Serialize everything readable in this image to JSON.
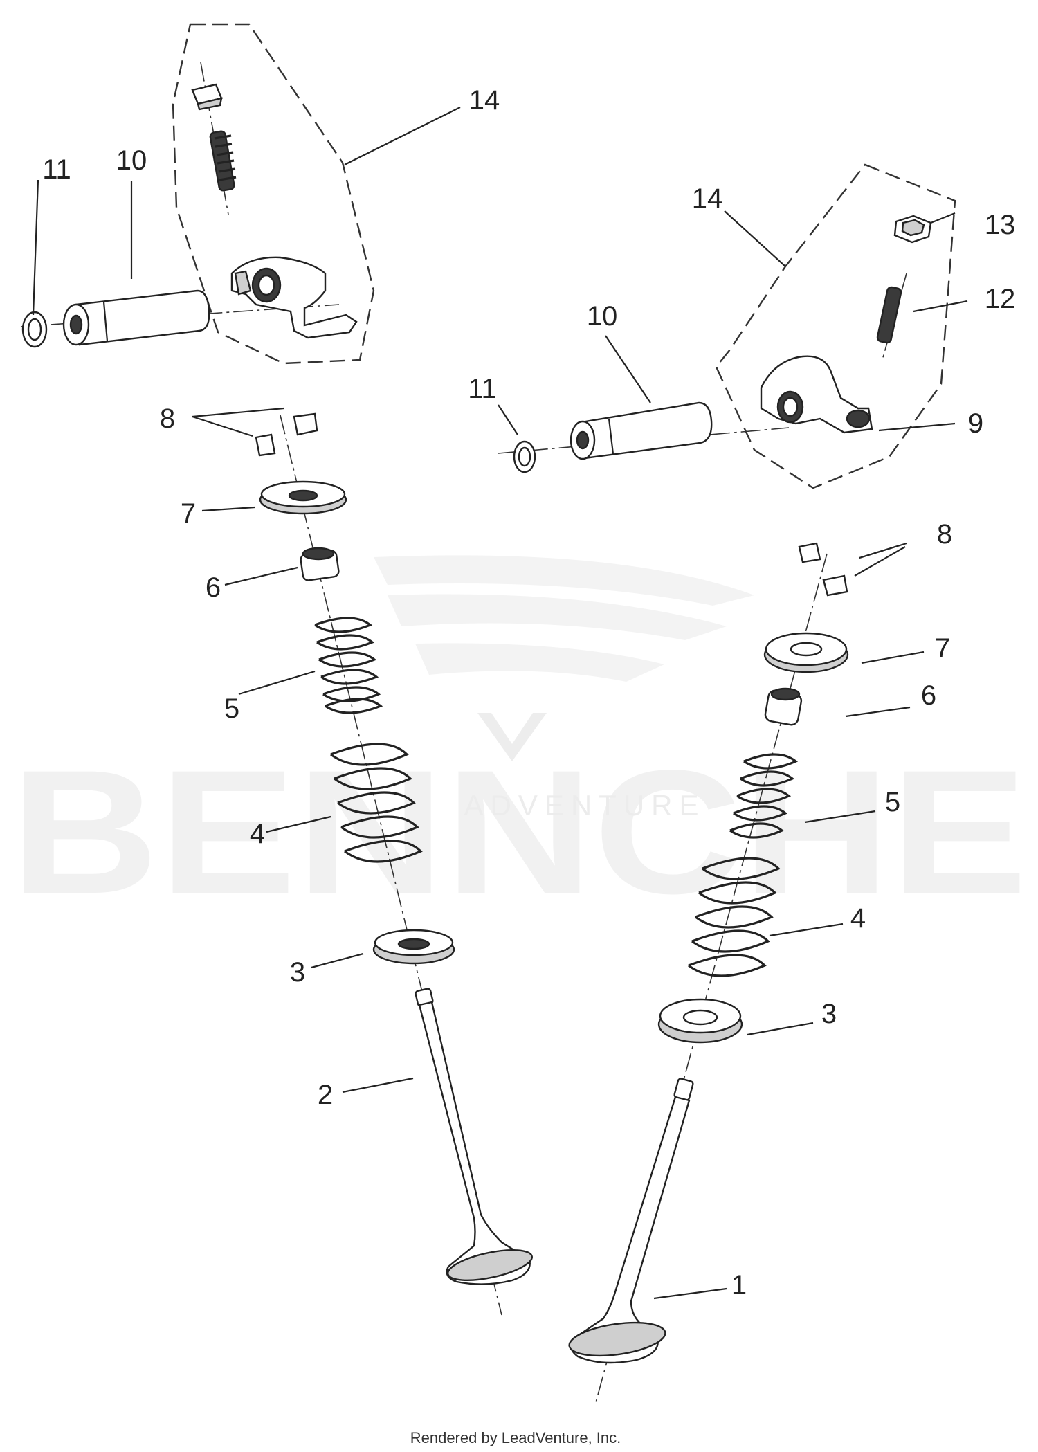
{
  "watermark": {
    "brand": "BENNCHE",
    "sub": "ADVENTURE"
  },
  "footer": {
    "credit": "Rendered by LeadVenture, Inc."
  },
  "colors": {
    "line": "#222222",
    "watermark": "#f1f1f1"
  },
  "callouts": [
    {
      "id": "1",
      "label": "1"
    },
    {
      "id": "2",
      "label": "2"
    },
    {
      "id": "3a",
      "label": "3"
    },
    {
      "id": "3b",
      "label": "3"
    },
    {
      "id": "4a",
      "label": "4"
    },
    {
      "id": "4b",
      "label": "4"
    },
    {
      "id": "5a",
      "label": "5"
    },
    {
      "id": "5b",
      "label": "5"
    },
    {
      "id": "6a",
      "label": "6"
    },
    {
      "id": "6b",
      "label": "6"
    },
    {
      "id": "7a",
      "label": "7"
    },
    {
      "id": "7b",
      "label": "7"
    },
    {
      "id": "8a",
      "label": "8"
    },
    {
      "id": "8b",
      "label": "8"
    },
    {
      "id": "9",
      "label": "9"
    },
    {
      "id": "10a",
      "label": "10"
    },
    {
      "id": "10b",
      "label": "10"
    },
    {
      "id": "11a",
      "label": "11"
    },
    {
      "id": "11b",
      "label": "11"
    },
    {
      "id": "12",
      "label": "12"
    },
    {
      "id": "13",
      "label": "13"
    },
    {
      "id": "14a",
      "label": "14"
    },
    {
      "id": "14b",
      "label": "14"
    }
  ]
}
